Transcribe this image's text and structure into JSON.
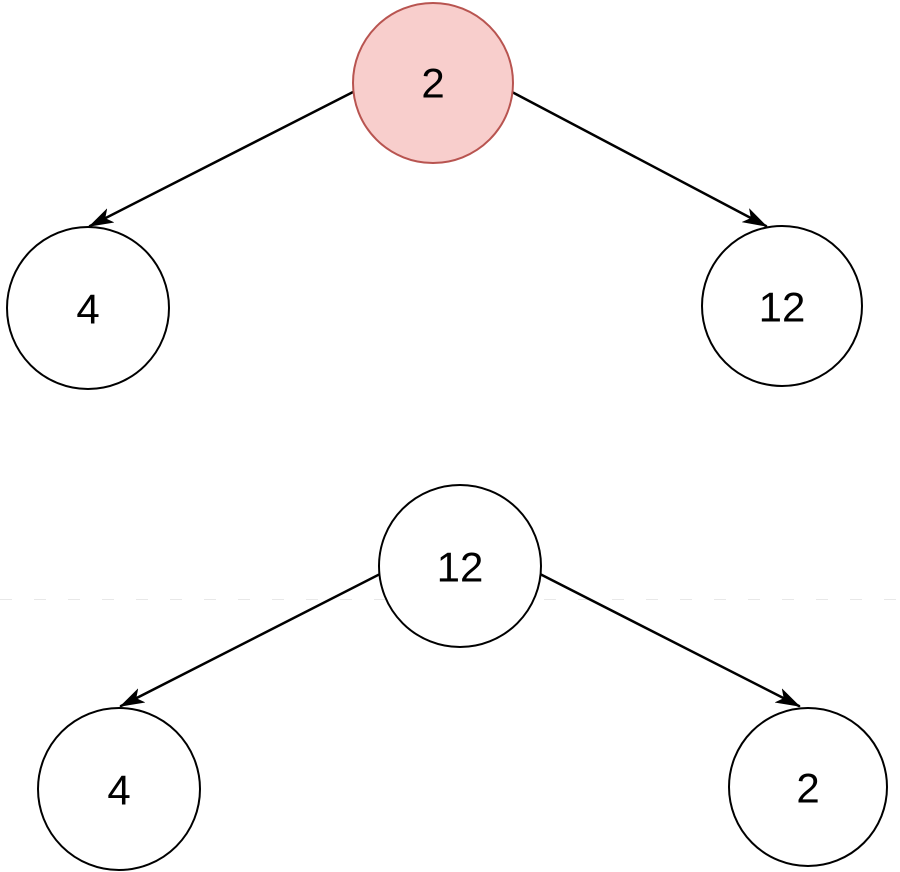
{
  "diagram": {
    "trees": [
      {
        "root": {
          "value": "2",
          "highlighted": true
        },
        "left": {
          "value": "4",
          "highlighted": false
        },
        "right": {
          "value": "12",
          "highlighted": false
        }
      },
      {
        "root": {
          "value": "12",
          "highlighted": false
        },
        "left": {
          "value": "4",
          "highlighted": false
        },
        "right": {
          "value": "2",
          "highlighted": false
        }
      }
    ],
    "colors": {
      "highlight_fill": "#f8cecc",
      "highlight_stroke": "#b85450",
      "node_fill": "#ffffff",
      "node_stroke": "#000000",
      "edge": "#000000",
      "divider": "#e4e4e4"
    }
  }
}
